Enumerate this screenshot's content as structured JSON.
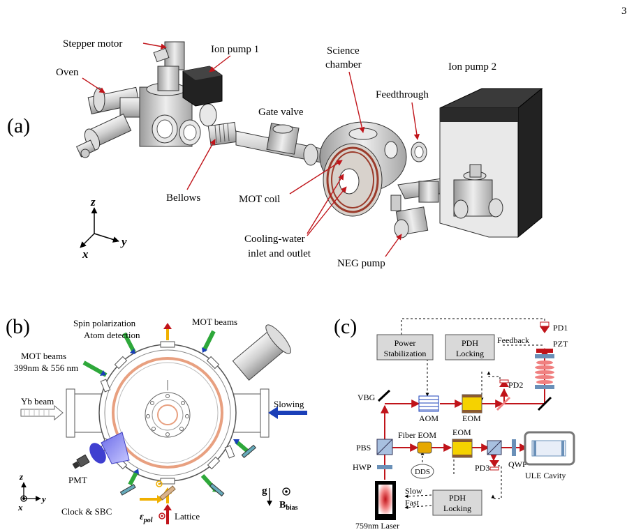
{
  "page": {
    "page_number": "3"
  },
  "panel_a": {
    "tag": "(a)",
    "labels": {
      "stepper_motor": "Stepper motor",
      "ion_pump_1": "Ion pump 1",
      "oven": "Oven",
      "science_chamber_1": "Science",
      "science_chamber_2": "chamber",
      "ion_pump_2": "Ion pump 2",
      "feedthrough": "Feedthrough",
      "gate_valve": "Gate valve",
      "bellows": "Bellows",
      "mot_coil": "MOT coil",
      "cooling_water_1": "Cooling-water",
      "cooling_water_2": "inlet and outlet",
      "neg_pump": "NEG pump"
    },
    "axes": {
      "z": "z",
      "y": "y",
      "x": "x"
    }
  },
  "panel_b": {
    "tag": "(b)",
    "labels": {
      "spin_polarization": "Spin polarization",
      "atom_detection": "Atom detection",
      "mot_beams_top": "MOT beams",
      "mot_beams_left_1": "MOT beams",
      "mot_beams_left_2": "399nm & 556 nm",
      "yb_beam": "Yb beam",
      "slowing": "Slowing",
      "pmt": "PMT",
      "clock_sbc": "Clock & SBC",
      "lattice": "Lattice",
      "epol": "ε",
      "epol_sub": "pol",
      "g": "g",
      "bbias": "B",
      "bbias_sub": "bias"
    },
    "axes": {
      "z": "z",
      "y": "y",
      "x": "x"
    },
    "colors": {
      "mot_beam": "#2ea83a",
      "slowing": "#1a3fb8",
      "clock": "#f0b000",
      "lattice": "#c0141a",
      "coil": "#e8a080"
    }
  },
  "panel_c": {
    "tag": "(c)",
    "labels": {
      "power_stab_1": "Power",
      "power_stab_2": "Stabilization",
      "pdh_top_1": "PDH",
      "pdh_top_2": "Locking",
      "feedback": "Feedback",
      "pd1": "PD1",
      "pzt": "PZT",
      "pd2": "PD2",
      "vbg": "VBG",
      "aom": "AOM",
      "eom_top": "EOM",
      "pbs": "PBS",
      "fiber_eom": "Fiber EOM",
      "eom_mid": "EOM",
      "dds": "DDS",
      "hwp": "HWP",
      "pd3": "PD3",
      "qwp": "QWP",
      "ule": "ULE Cavity",
      "slow": "Slow",
      "fast": "Fast",
      "pdh_bot_1": "PDH",
      "pdh_bot_2": "Locking",
      "laser": "759nm Laser"
    },
    "colors": {
      "beam": "#c0141a",
      "eom": "#f5d200",
      "box": "#d9d9d9"
    }
  }
}
